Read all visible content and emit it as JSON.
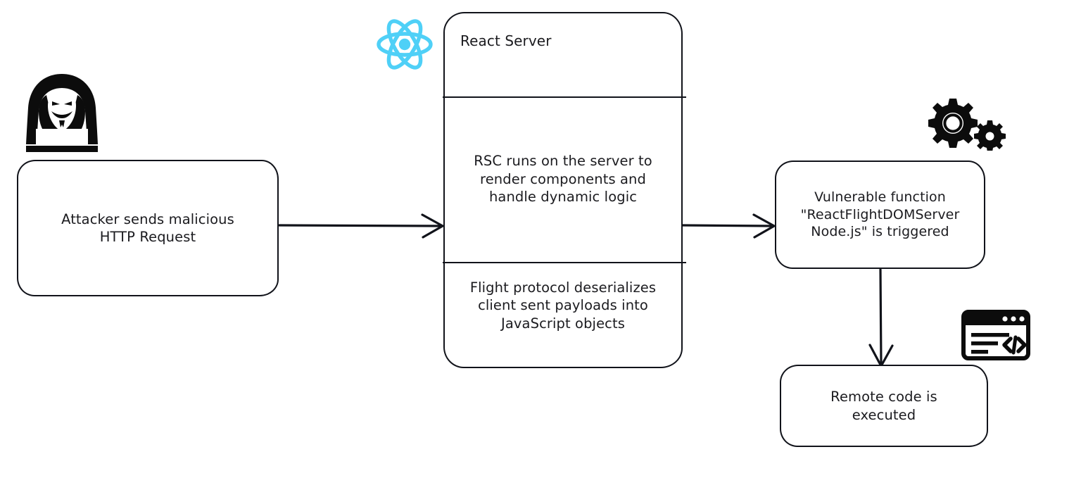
{
  "diagram": {
    "title": "React Server Component RCE attack flow",
    "background": "#ffffff",
    "stroke_color": "#11131a",
    "react_logo_color": "#4FD0F7"
  },
  "nodes": {
    "attacker": {
      "name": "attacker-request-node",
      "lines": [
        "Attacker sends malicious",
        "HTTP Request"
      ]
    },
    "react_server": {
      "name": "react-server-node",
      "title": "React Server",
      "sections": [
        {
          "id": "rsc-render",
          "lines": [
            "RSC runs on the server to",
            "render components and",
            "handle dynamic logic"
          ]
        },
        {
          "id": "flight-protocol",
          "lines": [
            "Flight protocol deserializes",
            "client sent payloads into",
            "JavaScript objects"
          ]
        }
      ]
    },
    "vulnerable_function": {
      "name": "vulnerable-function-node",
      "lines": [
        "Vulnerable function",
        "\"ReactFlightDOMServer",
        "Node.js\" is triggered"
      ]
    },
    "remote_code": {
      "name": "remote-code-node",
      "lines": [
        "Remote code is",
        "executed"
      ]
    }
  },
  "icons": [
    {
      "name": "hacker-icon",
      "label": "hooded attacker with mask at laptop"
    },
    {
      "name": "react-logo-icon",
      "label": "React atom logo"
    },
    {
      "name": "gears-icon",
      "label": "two cog wheels"
    },
    {
      "name": "code-window-icon",
      "label": "browser window with code brackets"
    }
  ],
  "arrows": [
    {
      "name": "arrow-attacker-to-server",
      "from": "attacker",
      "to": "react_server"
    },
    {
      "name": "arrow-server-to-vulnerable",
      "from": "react_server",
      "to": "vulnerable_function"
    },
    {
      "name": "arrow-vulnerable-to-rce",
      "from": "vulnerable_function",
      "to": "remote_code"
    }
  ]
}
